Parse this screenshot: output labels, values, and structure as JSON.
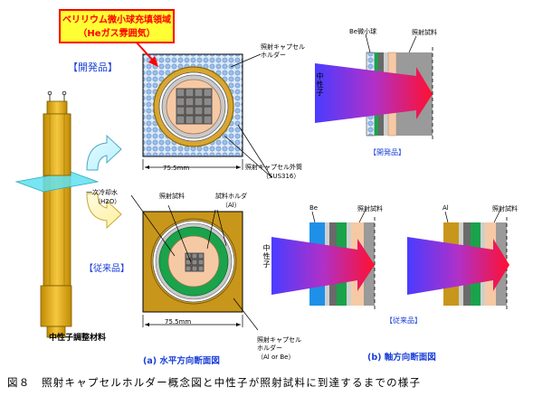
{
  "callout": {
    "line1": "ベリリウム微小球充填領域",
    "line2": "（Heガス雰囲気）"
  },
  "labels": {
    "dev_product": "【開発品】",
    "conv_product": "【従来品】",
    "dev_product_axial": "【開発品】",
    "conv_product_axial": "【従来品】",
    "capsule_holder_top": "照射キャプセル\nホルダー",
    "capsule_holder_bottom": "照射キャプセル\nホルダー",
    "capsule_outer_tube": "照射キャプセル外筒",
    "sus316": "（SUS316）",
    "primary_cooling": "一次冷却水",
    "h2o": "（H2O）",
    "irradiation_sample": "照射試料",
    "sample_holder": "試料ホルダ",
    "al": "（Al）",
    "dim_top": "75.5mm",
    "dim_bottom": "75.5mm",
    "neutron_adjust": "中性子調整材料",
    "al_or_be": "（Al or Be）",
    "be_microsphere": "Be微小球",
    "axial_sample_top": "照射試料",
    "neutron": "中性子",
    "be": "Be",
    "al_short": "Al",
    "axial_sample_1": "照射試料",
    "axial_sample_2": "照射試料",
    "section_a": "(a) 水平方向断面図",
    "section_b": "(b) 軸方向断面図"
  },
  "caption": "図８　照射キャプセルホルダー概念図と中性子が照射試料に到達するまでの様子",
  "colors": {
    "gold": "#d4a017",
    "blue_pebble": "#8fb8e8",
    "green": "#1aa34a",
    "peach": "#f4c6a0",
    "grey_sample": "#8a8a8a",
    "arrow_start": "#3838ff",
    "arrow_end": "#ff1a2e",
    "callout_border": "#ff0000"
  }
}
